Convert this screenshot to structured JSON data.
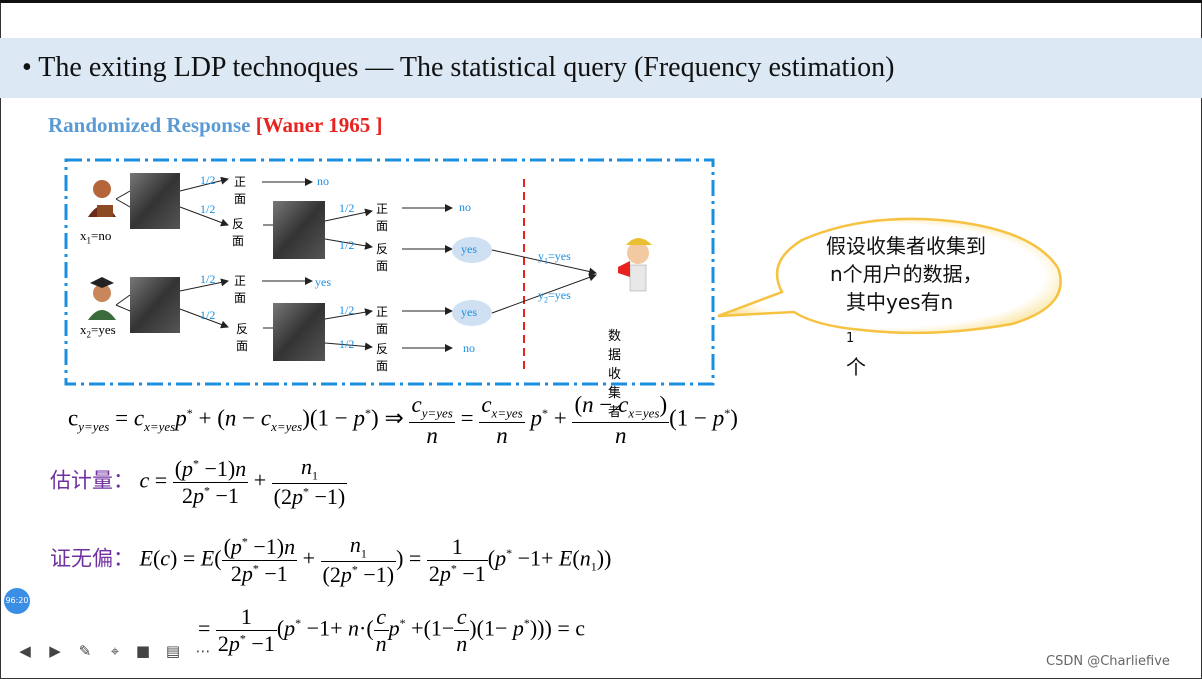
{
  "slide": {
    "title": "• The exiting LDP technoques — The statistical query (Frequency estimation)",
    "subtitle_blue": "Randomized Response ",
    "subtitle_red": "[Waner 1965 ]"
  },
  "diagram": {
    "users": [
      {
        "label": "x1=no",
        "label_main": "x",
        "label_sub": "1",
        "label_rest": "=no"
      },
      {
        "label": "x2=yes",
        "label_main": "x",
        "label_sub": "2",
        "label_rest": "=yes"
      }
    ],
    "half": "1/2",
    "heads": "正面",
    "tails": "反面",
    "no": "no",
    "yes": "yes",
    "y1": "y1=yes",
    "y2": "y2=yes",
    "collector": "数据收集者"
  },
  "callout": {
    "line1": "假设收集者收集到",
    "line2": "n个用户的数据，",
    "line3_prefix": "其中yes有n",
    "line3_sub": "1",
    "line3_suffix": "个"
  },
  "labels": {
    "estimator": "估计量：",
    "unbiased": "证无偏："
  },
  "toolbar": {
    "timer": "96:20"
  },
  "watermark": "CSDN @Charliefive",
  "colors": {
    "title_bg": "#dce8f4",
    "accent_blue": "#5b9bd5",
    "accent_red": "#e8231f",
    "diagram_border": "#1a8fe0",
    "purple": "#7030a0",
    "callout_fill": "#ffffff",
    "callout_stroke": "#f5c242"
  }
}
